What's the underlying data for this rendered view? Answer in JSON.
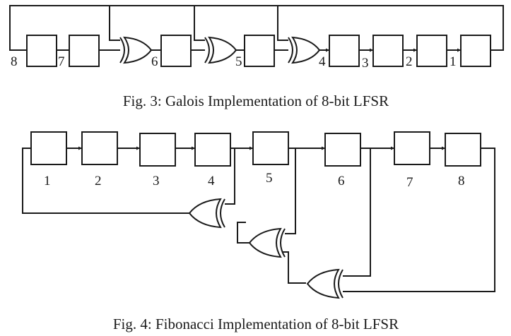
{
  "colors": {
    "stroke": "#1a1a1a",
    "fill": "#ffffff"
  },
  "galois": {
    "caption": "Fig. 3: Galois Implementation of 8-bit LFSR",
    "labels": [
      "8",
      "7",
      "6",
      "5",
      "4",
      "3",
      "2",
      "1"
    ]
  },
  "fibonacci": {
    "caption": "Fig. 4: Fibonacci Implementation of 8-bit LFSR",
    "labels": [
      "1",
      "2",
      "3",
      "4",
      "5",
      "6",
      "7",
      "8"
    ]
  }
}
